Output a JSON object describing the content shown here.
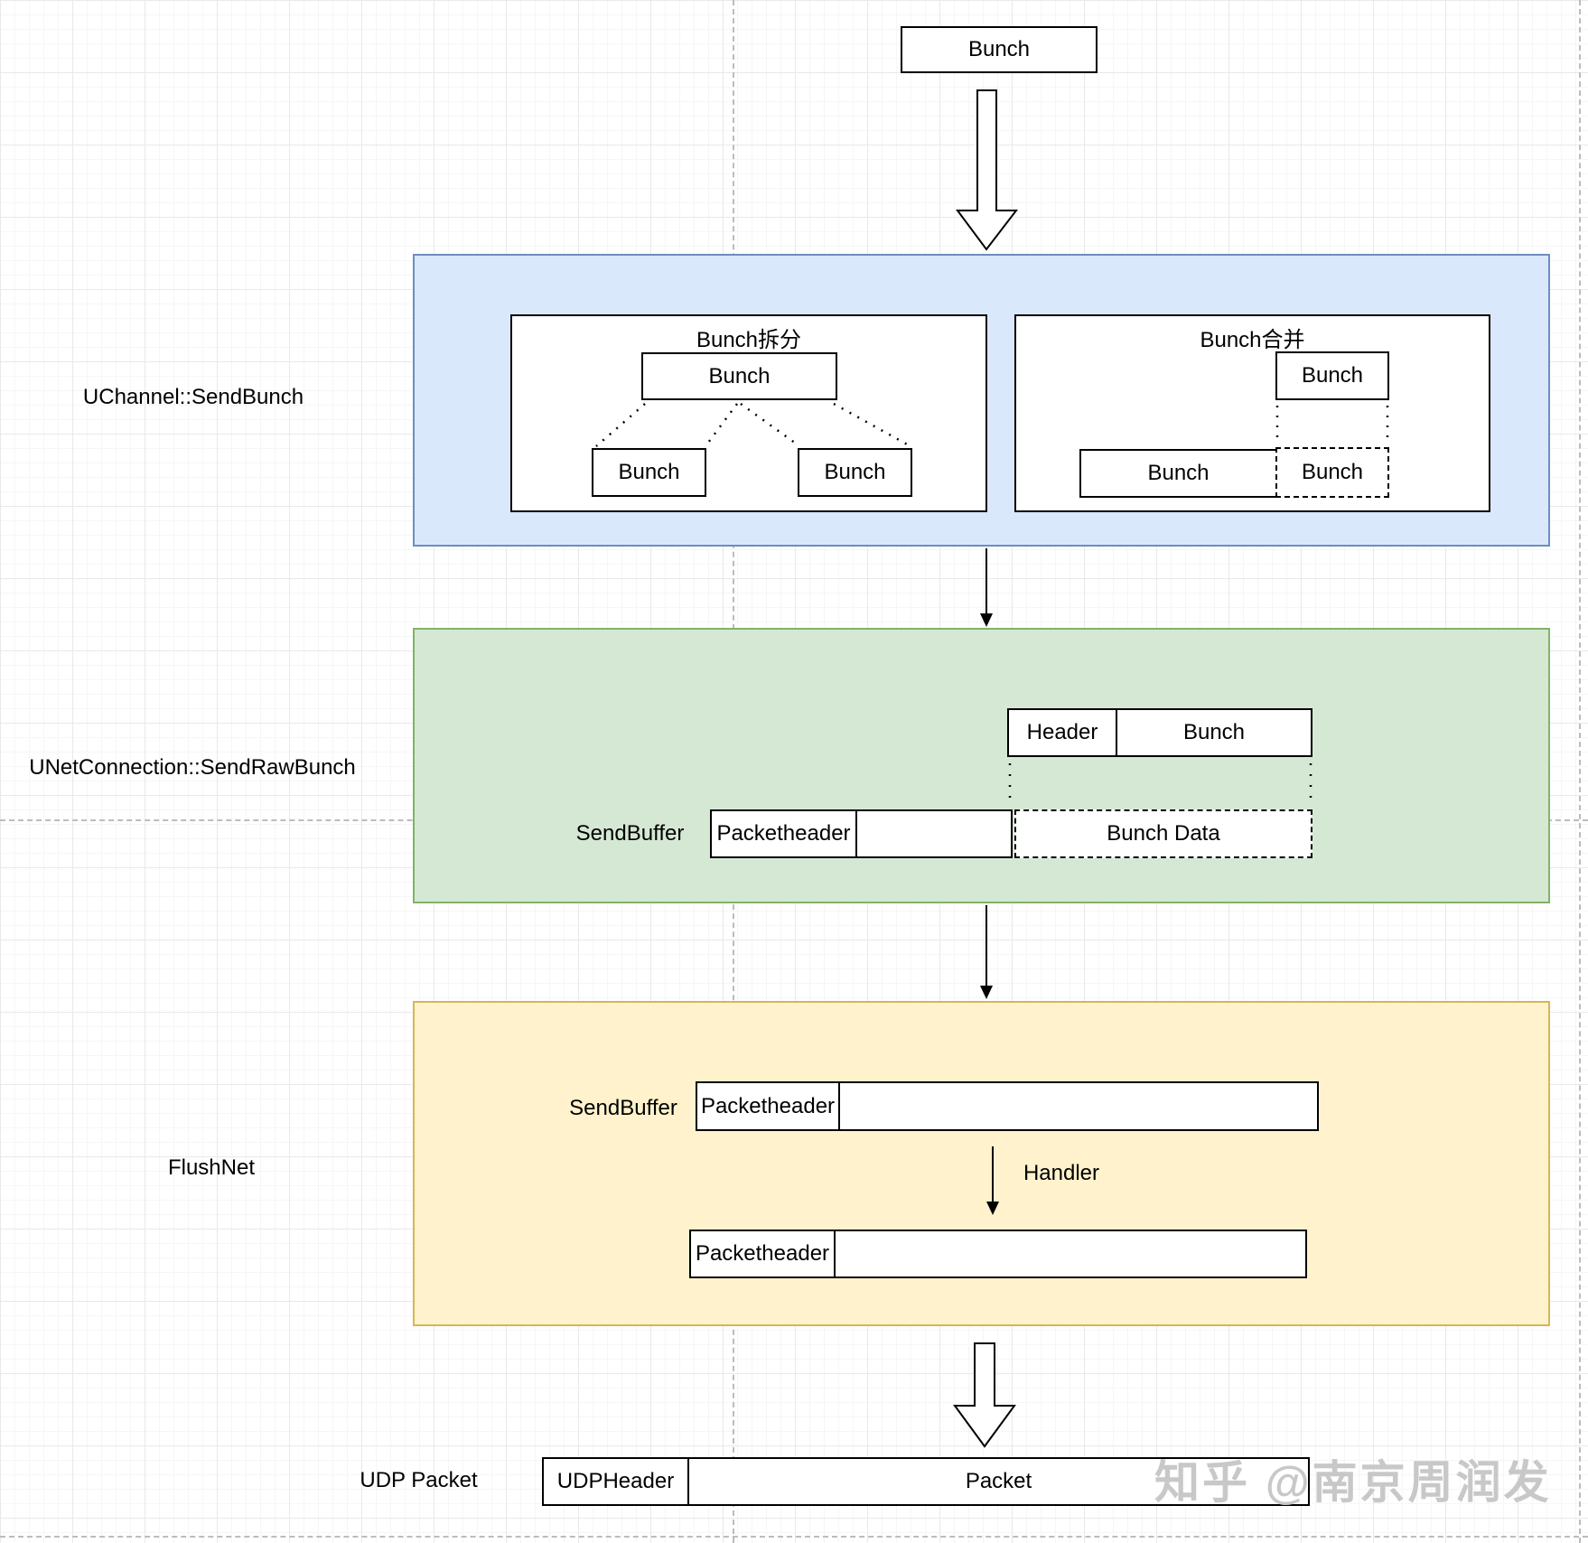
{
  "source": {
    "top_box_label": "Bunch"
  },
  "channel_section": {
    "label": "UChannel::SendBunch",
    "fill": "#dae8fc",
    "border": "#6c8ebf",
    "split_panel": {
      "title": "Bunch拆分",
      "parent_box": "Bunch",
      "child_boxes": [
        "Bunch",
        "Bunch"
      ]
    },
    "merge_panel": {
      "title": "Bunch合并",
      "incoming_box": "Bunch",
      "merged_box": "Bunch",
      "appended_box": "Bunch"
    }
  },
  "connection_section": {
    "label": "UNetConnection::SendRawBunch",
    "fill": "#d5e8d4",
    "border": "#82b366",
    "bunch_box": {
      "header_cell": "Header",
      "bunch_cell": "Bunch"
    },
    "send_buffer": {
      "label": "SendBuffer",
      "packet_header_cell": "Packetheader",
      "empty_cell": "",
      "bunch_data_box": "Bunch Data"
    }
  },
  "flush_section": {
    "label": "FlushNet",
    "fill": "#fff2cc",
    "border": "#d6b656",
    "send_buffer": {
      "label": "SendBuffer",
      "packet_header_cell": "Packetheader",
      "empty_cell": ""
    },
    "handler_label": "Handler",
    "result_row": {
      "packet_header_cell": "Packetheader",
      "empty_cell": ""
    }
  },
  "udp_row": {
    "label": "UDP Packet",
    "header_cell": "UDPHeader",
    "packet_cell": "Packet"
  },
  "watermark": {
    "text": "知乎 @南京周润发",
    "color": "#c8c8c8"
  }
}
